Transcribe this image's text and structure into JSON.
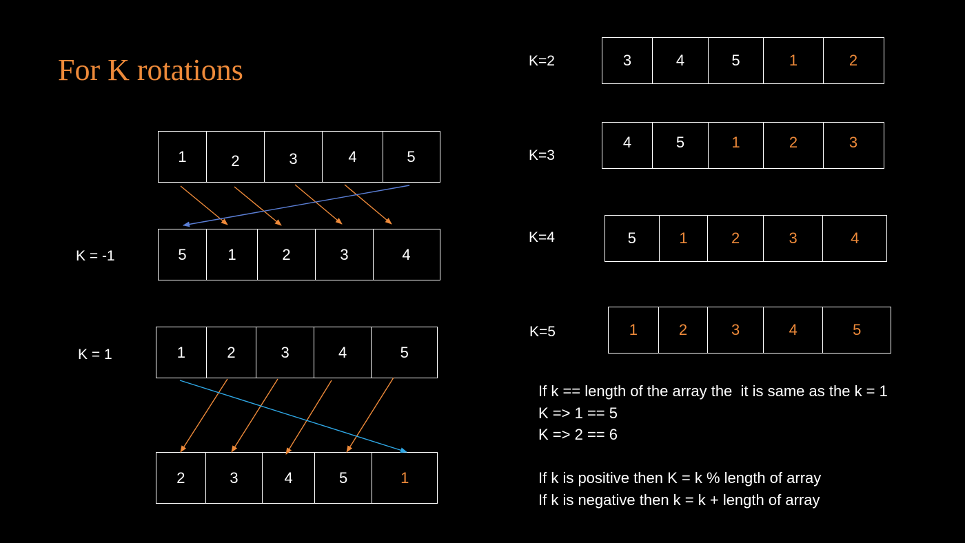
{
  "title": "For K rotations",
  "colors": {
    "background": "#000000",
    "accent": "#ee8a3a",
    "text": "#ffffff",
    "arrow_orange": "#ee8a3a",
    "arrow_blue_1": "#5b7fd6",
    "arrow_blue_2": "#2fa8e6"
  },
  "left": {
    "original": [
      "1",
      "2",
      "3",
      "4",
      "5"
    ],
    "neg": {
      "label": "K = -1",
      "cells": [
        "5",
        "1",
        "2",
        "3",
        "4"
      ]
    },
    "pos": {
      "label": "K = 1",
      "cells": [
        "1",
        "2",
        "3",
        "4",
        "5"
      ]
    },
    "result": {
      "cells": [
        "2",
        "3",
        "4",
        "5",
        "1"
      ]
    }
  },
  "right": [
    {
      "label": "K=2",
      "cells": [
        "3",
        "4",
        "5",
        "1",
        "2"
      ]
    },
    {
      "label": "K=3",
      "cells": [
        "4",
        "5",
        "1",
        "2",
        "3"
      ]
    },
    {
      "label": "K=4",
      "cells": [
        "5",
        "1",
        "2",
        "3",
        "4"
      ]
    },
    {
      "label": "K=5",
      "cells": [
        "1",
        "2",
        "3",
        "4",
        "5"
      ]
    }
  ],
  "notes": [
    "If k == length of the array the  it is same as the k = 1",
    "K => 1 == 5",
    "K => 2 == 6",
    "",
    "If k is positive then K = k % length of array",
    "If k is negative then k = k + length of array"
  ]
}
